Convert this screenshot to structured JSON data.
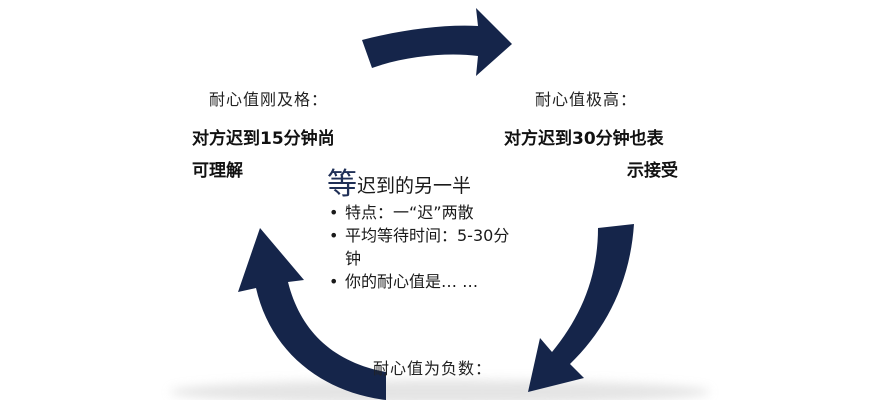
{
  "left_node": {
    "heading": "耐心值刚及格：",
    "text_line1": "对方迟到15分钟尚",
    "text_line2": "可理解"
  },
  "right_node": {
    "heading": "耐心值极高：",
    "text_line1": "对方迟到30分钟也表",
    "text_line2": "示接受"
  },
  "center": {
    "title_big_char": "等",
    "title_rest": "迟到的另一半",
    "bullets": [
      "特点：一“迟”两散",
      "平均等待时间：5-30分",
      "钟",
      "你的耐心值是… …"
    ]
  },
  "bottom_node": {
    "heading": "耐心值为负数："
  },
  "colors": {
    "arrow": "#15254a",
    "shadow": "#bdbdbd"
  }
}
